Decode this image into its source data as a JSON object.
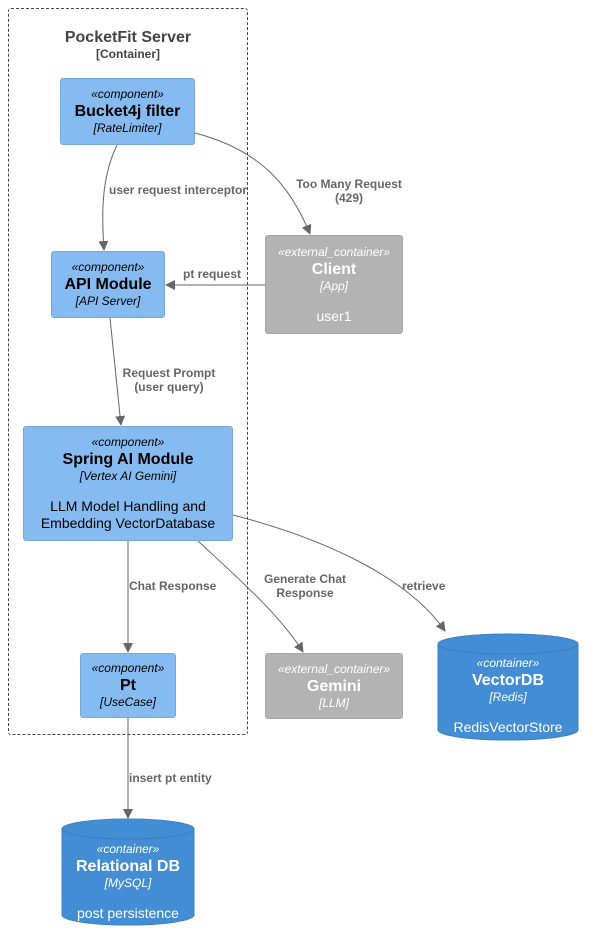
{
  "boundary": {
    "title": "PocketFit Server",
    "subtitle": "[Container]"
  },
  "nodes": {
    "bucket": {
      "stereotype": "«component»",
      "name": "Bucket4j filter",
      "tech": "[RateLimiter]"
    },
    "api": {
      "stereotype": "«component»",
      "name": "API Module",
      "tech": "[API Server]"
    },
    "spring": {
      "stereotype": "«component»",
      "name": "Spring AI Module",
      "tech": "[Vertex AI Gemini]",
      "desc_line1": "LLM Model Handling and",
      "desc_line2": "Embedding VectorDatabase"
    },
    "pt": {
      "stereotype": "«component»",
      "name": "Pt",
      "tech": "[UseCase]"
    },
    "client": {
      "stereotype": "«external_container»",
      "name": "Client",
      "tech": "[App]",
      "desc": "user1"
    },
    "gemini": {
      "stereotype": "«external_container»",
      "name": "Gemini",
      "tech": "[LLM]"
    },
    "vectordb": {
      "stereotype": "«container»",
      "name": "VectorDB",
      "tech": "[Redis]",
      "desc": "RedisVectorStore"
    },
    "relational": {
      "stereotype": "«container»",
      "name": "Relational DB",
      "tech": "[MySQL]",
      "desc": "post persistence"
    }
  },
  "edges": {
    "interceptor": "user request interceptor",
    "too_many_line1": "Too Many Request",
    "too_many_line2": "(429)",
    "pt_request": "pt request",
    "prompt_line1": "Request Prompt",
    "prompt_line2": "(user query)",
    "chat_response": "Chat Response",
    "generate_line1": "Generate Chat",
    "generate_line2": "Response",
    "retrieve": "retrieve",
    "insert": "insert pt entity"
  },
  "colors": {
    "component": "#85BBF0",
    "external_container": "#B3B3B3",
    "container": "#438DD5",
    "arrow": "#666666"
  }
}
